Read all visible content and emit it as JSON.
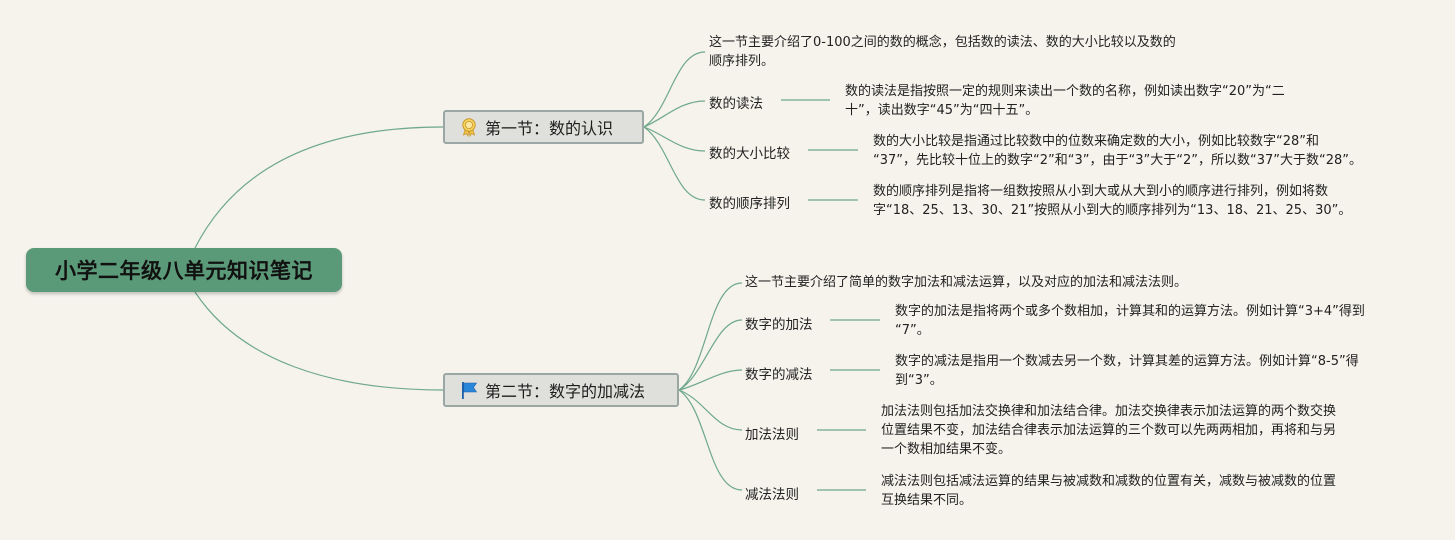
{
  "root": {
    "title": "小学二年级八单元知识笔记"
  },
  "sections": [
    {
      "title": "第一节：数的认识",
      "icon": "award-ribbon-icon",
      "summary": [
        "这一节主要介绍了0-100之间的数的概念，包括数的读法、数的大小比较以及数的",
        "顺序排列。"
      ],
      "topics": [
        {
          "label": "数的读法",
          "detail": [
            "数的读法是指按照一定的规则来读出一个数的名称，例如读出数字“20”为“二",
            "十”，读出数字“45”为“四十五”。"
          ]
        },
        {
          "label": "数的大小比较",
          "detail": [
            "数的大小比较是指通过比较数中的位数来确定数的大小，例如比较数字“28”和",
            "“37”，先比较十位上的数字“2”和“3”，由于“3”大于“2”，所以数“37”大于数“28”。"
          ]
        },
        {
          "label": "数的顺序排列",
          "detail": [
            "数的顺序排列是指将一组数按照从小到大或从大到小的顺序进行排列，例如将数",
            "字“18、25、13、30、21”按照从小到大的顺序排列为“13、18、21、25、30”。"
          ]
        }
      ]
    },
    {
      "title": "第二节：数字的加减法",
      "icon": "blue-flag-icon",
      "summary": [
        "这一节主要介绍了简单的数字加法和减法运算，以及对应的加法和减法法则。"
      ],
      "topics": [
        {
          "label": "数字的加法",
          "detail": [
            "数字的加法是指将两个或多个数相加，计算其和的运算方法。例如计算“3+4”得到",
            "“7”。"
          ]
        },
        {
          "label": "数字的减法",
          "detail": [
            "数字的减法是指用一个数减去另一个数，计算其差的运算方法。例如计算“8-5”得",
            "到“3”。"
          ]
        },
        {
          "label": "加法法则",
          "detail": [
            "加法法则包括加法交换律和加法结合律。加法交换律表示加法运算的两个数交换",
            "位置结果不变，加法结合律表示加法运算的三个数可以先两两相加，再将和与另",
            "一个数相加结果不变。"
          ]
        },
        {
          "label": "减法法则",
          "detail": [
            "减法法则包括减法运算的结果与被减数和减数的位置有关，减数与被减数的位置",
            "互换结果不同。"
          ]
        }
      ]
    }
  ],
  "colors": {
    "background": "#f5f3ec",
    "root": "#5b9a78",
    "connector": "#6fa88a",
    "section_fill": "#dfe0dc",
    "section_border": "#9aa7a4"
  }
}
